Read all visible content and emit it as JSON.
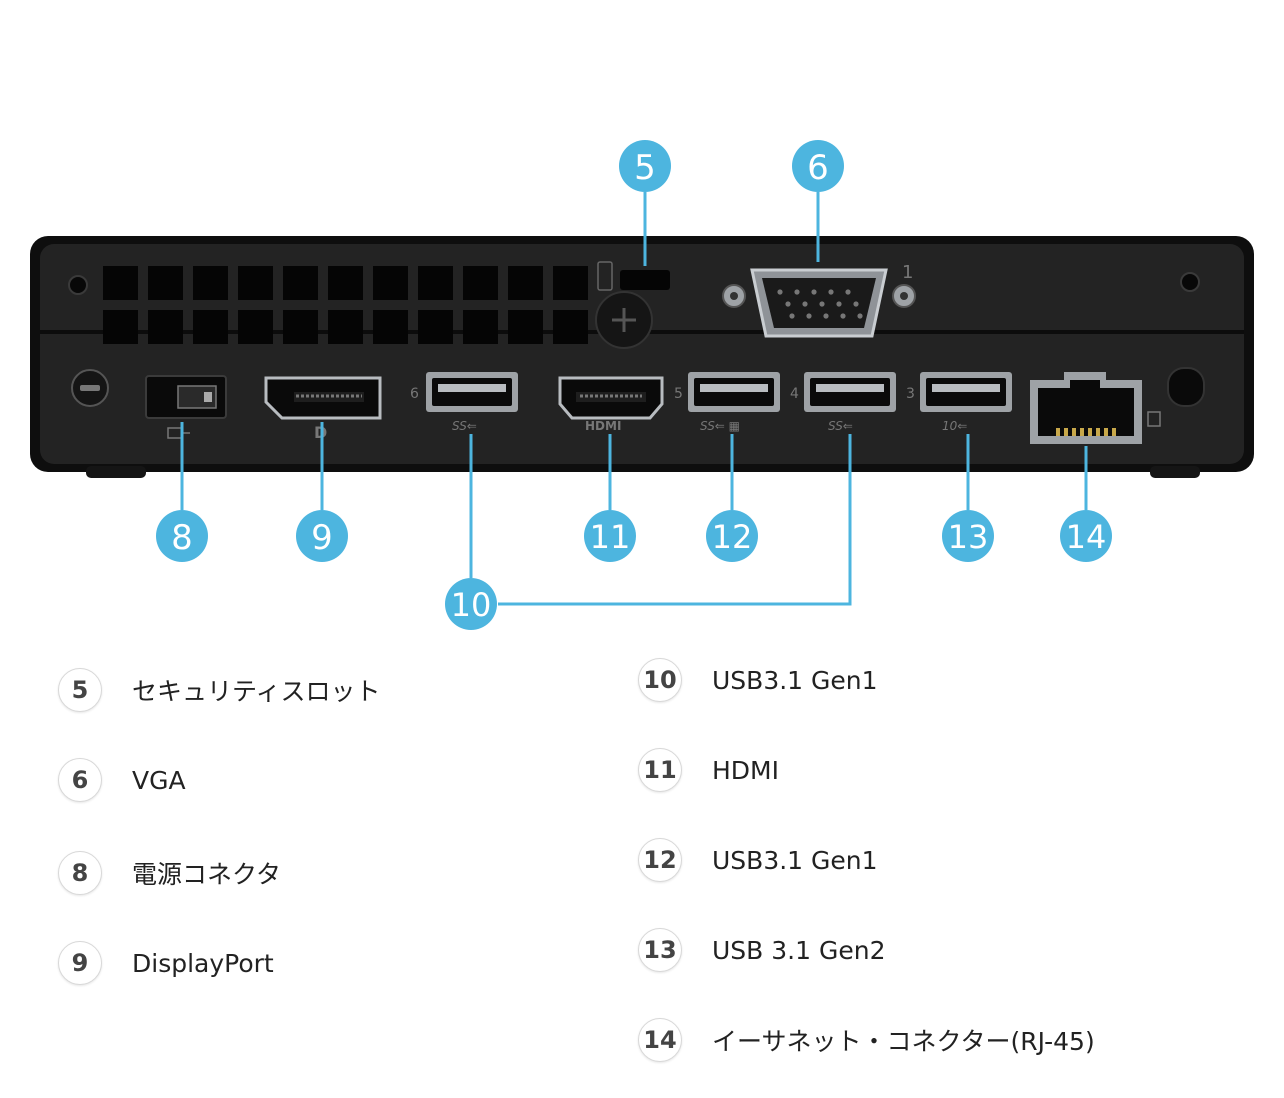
{
  "colors": {
    "callout": "#4db5df",
    "device": "#222222",
    "device_edge": "#111111",
    "port_metal": "#b8bcc0"
  },
  "callouts": [
    {
      "id": "c5",
      "label": "5"
    },
    {
      "id": "c6",
      "label": "6"
    },
    {
      "id": "c8",
      "label": "8"
    },
    {
      "id": "c9",
      "label": "9"
    },
    {
      "id": "c10",
      "label": "10"
    },
    {
      "id": "c11",
      "label": "11"
    },
    {
      "id": "c12",
      "label": "12"
    },
    {
      "id": "c13",
      "label": "13"
    },
    {
      "id": "c14",
      "label": "14"
    }
  ],
  "device_markings": {
    "vga_index": "1",
    "port6_index": "6",
    "port5_index": "5",
    "port4_index": "4",
    "port3_index": "3",
    "usb_ss": "SS",
    "hdmi_text": "HDMI",
    "usb_10": "10"
  },
  "legend_left": [
    {
      "num": "5",
      "label": "セキュリティスロット"
    },
    {
      "num": "6",
      "label": "VGA"
    },
    {
      "num": "8",
      "label": "電源コネクタ"
    },
    {
      "num": "9",
      "label": "DisplayPort"
    }
  ],
  "legend_right": [
    {
      "num": "10",
      "label": "USB3.1 Gen1"
    },
    {
      "num": "11",
      "label": "HDMI"
    },
    {
      "num": "12",
      "label": "USB3.1 Gen1"
    },
    {
      "num": "13",
      "label": "USB 3.1 Gen2"
    },
    {
      "num": "14",
      "label": "イーサネット・コネクター(RJ-45)"
    }
  ]
}
